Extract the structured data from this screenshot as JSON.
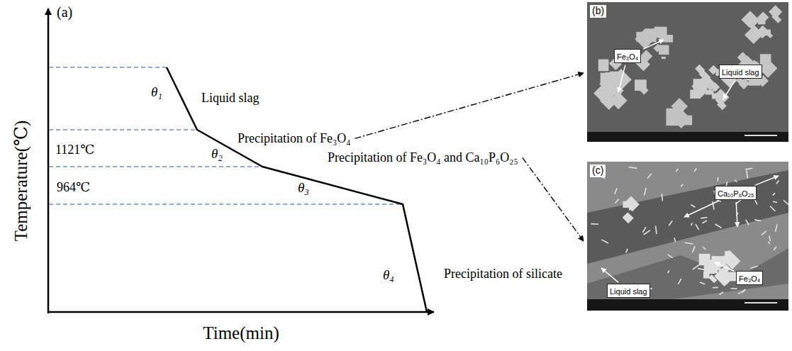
{
  "diagram": {
    "nodes": [
      {
        "text": [
          "(b)"
        ]
      },
      {
        "text": [
          "Liquid slag"
        ],
        "in": 0
      },
      {
        "text": [
          "Fe₃O₄"
        ],
        "in": 0
      },
      {
        "text": [
          "(c)"
        ]
      },
      {
        "text": [
          "Ca₁₀P₆O₂₅"
        ],
        "in": 3
      },
      {
        "text": [
          "Liquid slag"
        ],
        "in": 3
      },
      {
        "text": [
          "Fe₃O₄"
        ],
        "in": 3
      }
    ],
    "labels": [
      "(a)",
      "Temperature(℃)",
      "Time(min)",
      "1121℃",
      "964℃",
      "θ₁",
      "Liquid slag",
      "θ₂",
      "Precipitation of Fe₃O₄",
      "θ₃",
      "Precipitation of Fe₃O₄ and Ca₁₀P₆O₂₅",
      "θ₄",
      "Precipitation of silicate"
    ]
  }
}
